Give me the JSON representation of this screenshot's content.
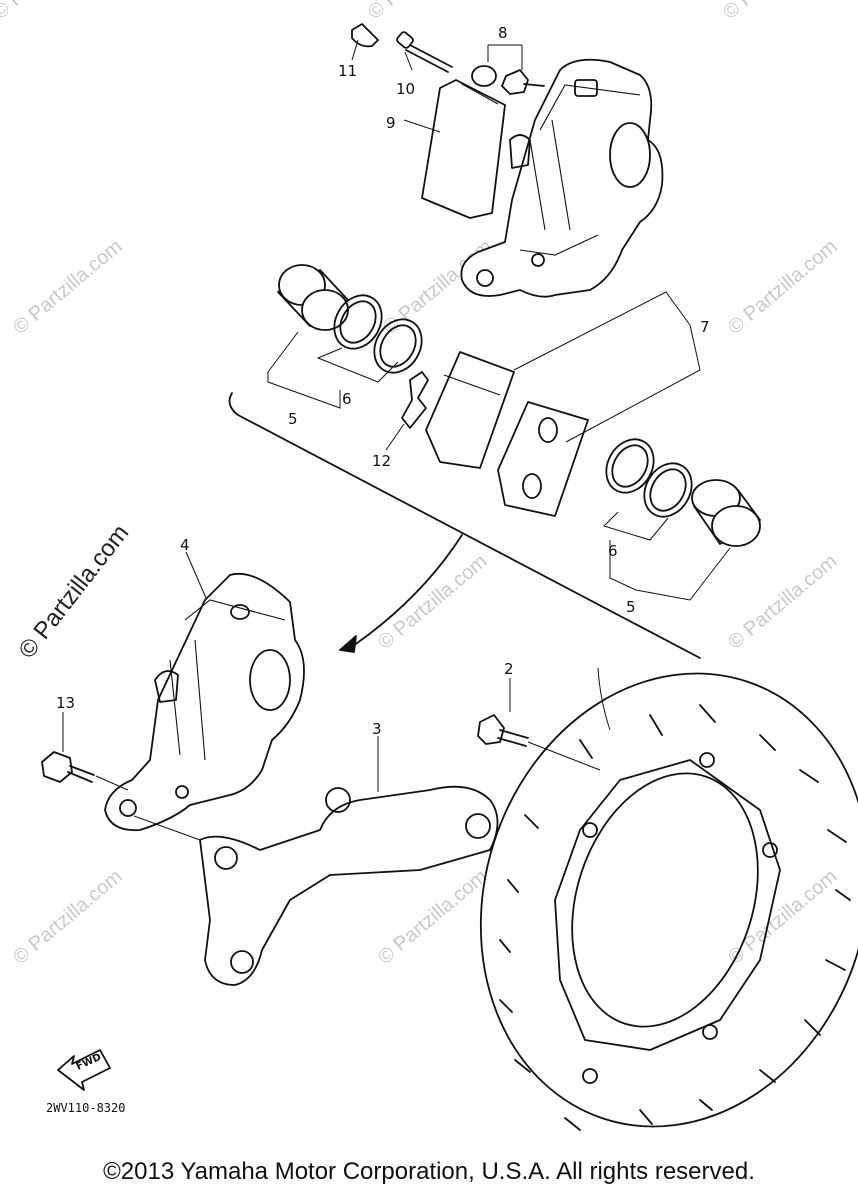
{
  "callouts": {
    "c1": "2",
    "c2": "3",
    "c3": "4",
    "c4": "5",
    "c5": "5",
    "c6": "6",
    "c7": "6",
    "c8": "7",
    "c9": "8",
    "c10": "9",
    "c11": "10",
    "c12": "11",
    "c13": "12",
    "c14": "13"
  },
  "fwd_label": "FWD",
  "diagram_code": "2WV110-8320",
  "watermark": "© Partzilla.com",
  "watermark_large": "© Partzilla.com",
  "copyright": "©2013  Yamaha Motor Corporation, U.S.A. All rights reserved."
}
